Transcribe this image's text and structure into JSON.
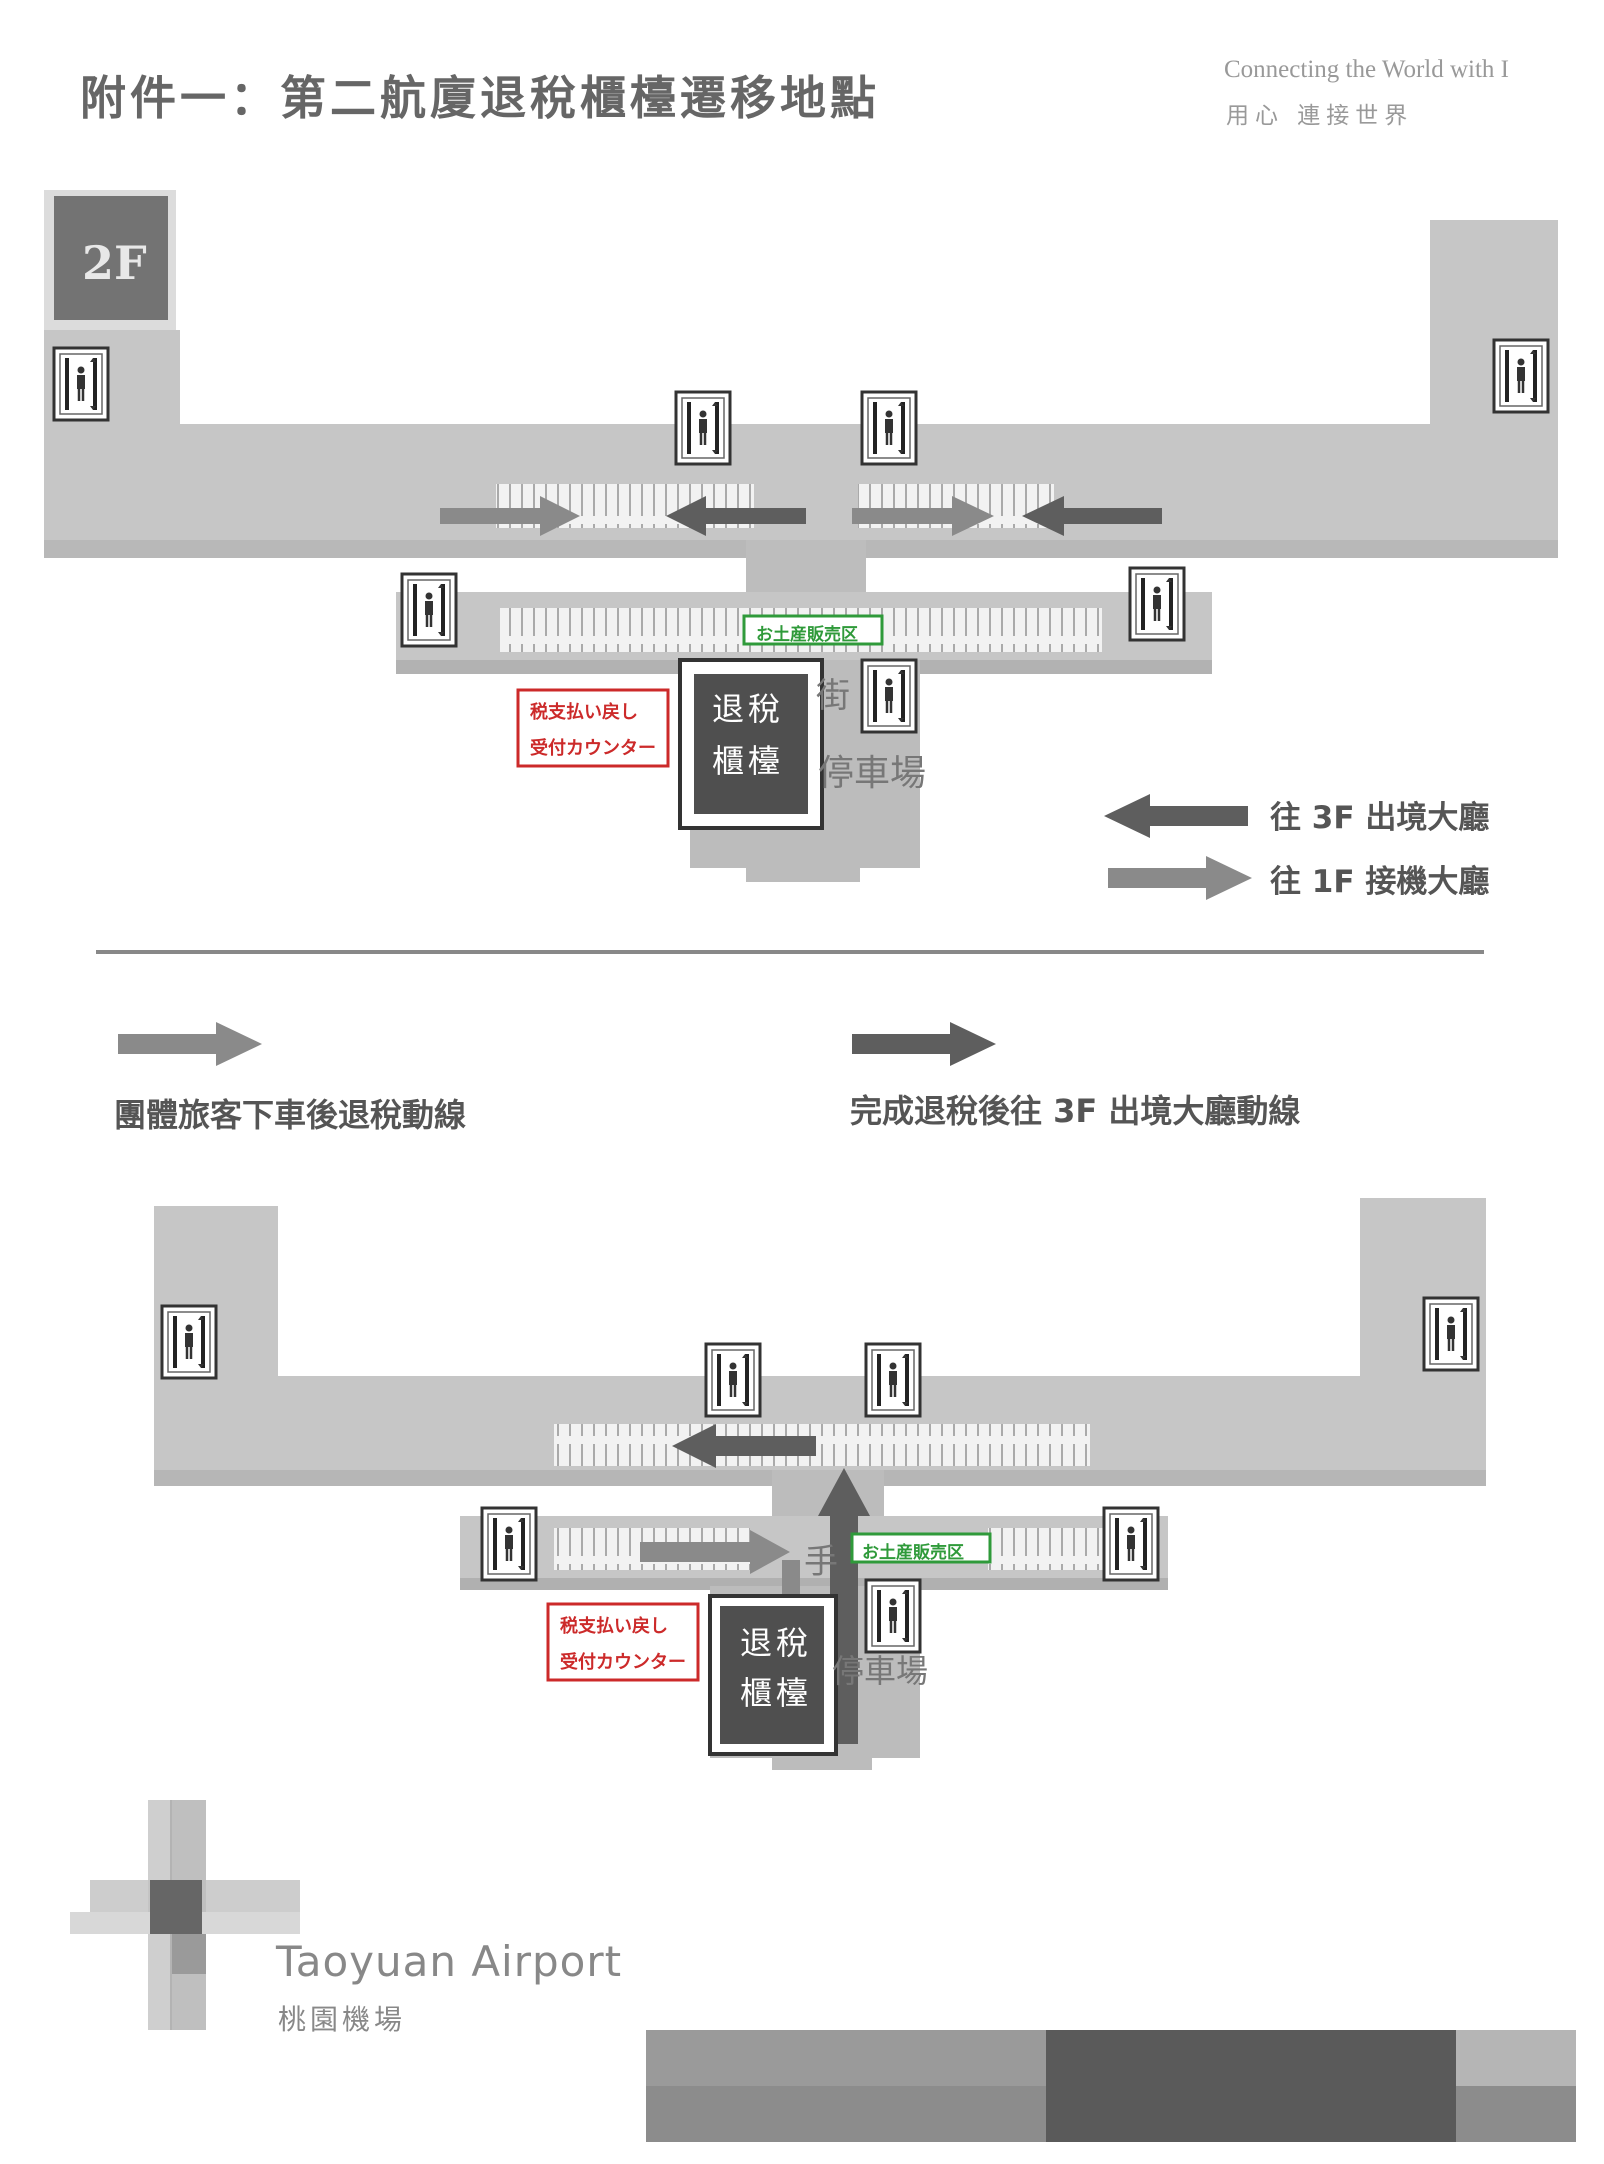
{
  "header": {
    "title": "附件一：第二航廈退稅櫃檯遷移地點",
    "slogan_en": "Connecting the World with I",
    "slogan_zh": "用心 連接世界"
  },
  "map_top": {
    "floor_label": "2F",
    "counter_label_line1": "退稅",
    "counter_label_line2": "櫃檯",
    "jp_counter_line1": "税支払い戻し",
    "jp_counter_line2": "受付カウンター",
    "souvenir_label": "お土産販売区",
    "street_label": "街",
    "parking_label": "停車場"
  },
  "legend_top": {
    "to_3f": "往 3F 出境大廳",
    "to_1f": "往 1F 接機大廳"
  },
  "legend_bottom": {
    "group_route": "團體旅客下車後退稅動線",
    "after_refund_route": "完成退稅後往 3F 出境大廳動線"
  },
  "map_bottom": {
    "counter_label_line1": "退稅",
    "counter_label_line2": "櫃檯",
    "jp_counter_line1": "税支払い戻し",
    "jp_counter_line2": "受付カウンター",
    "souvenir_label": "お土産販売区",
    "hand_label": "手",
    "parking_label": "停車場"
  },
  "footer": {
    "brand_en": "Taoyuan Airport",
    "brand_zh": "桃園機場"
  },
  "colors": {
    "floor": "#c6c6c6",
    "floor_dark": "#b4b4b4",
    "counter": "#4f4f4f",
    "arrow_dark": "#5e5e5e",
    "arrow_light": "#8a8a8a",
    "jp_red": "#cc2a2a",
    "souvenir_green": "#2f9a3a"
  }
}
